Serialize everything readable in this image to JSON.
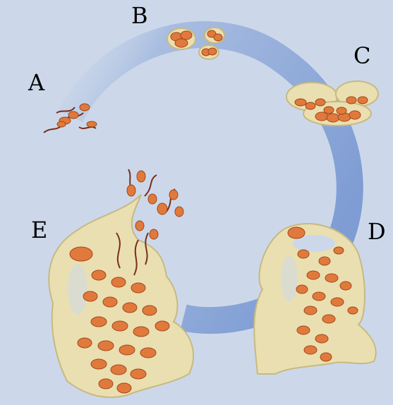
{
  "labels": {
    "a": "A",
    "b": "B",
    "c": "C",
    "d": "D",
    "e": "E"
  },
  "colors": {
    "background": "#ccd8ea",
    "ring": "#8aa6d8",
    "matrix": "#eadfb1",
    "matrix_outline": "#c7b981",
    "bacterium": "#e07a3c",
    "bacterium_outline": "#a2461b",
    "flagellum": "#7a2d1d"
  },
  "icons": [
    "planktonic-bacteria",
    "attached-microcolony",
    "biofilm-cluster",
    "mature-biofilm",
    "dispersing-biofilm"
  ]
}
